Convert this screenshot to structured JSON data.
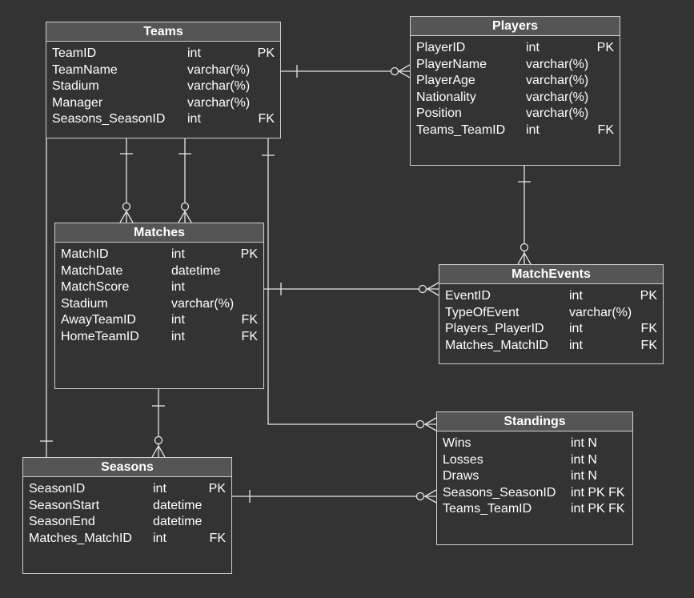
{
  "colors": {
    "background": "#333333",
    "header_fill": "#555555",
    "border": "#cfcfcf",
    "text": "#ffffff"
  },
  "entities": {
    "teams": {
      "title": "Teams",
      "rows": [
        {
          "name": "TeamID",
          "type": "int",
          "key": "PK"
        },
        {
          "name": "TeamName",
          "type": "varchar(%)",
          "key": ""
        },
        {
          "name": "Stadium",
          "type": "varchar(%)",
          "key": ""
        },
        {
          "name": "Manager",
          "type": "varchar(%)",
          "key": ""
        },
        {
          "name": "Seasons_SeasonID",
          "type": "int",
          "key": "FK"
        }
      ]
    },
    "players": {
      "title": "Players",
      "rows": [
        {
          "name": "PlayerID",
          "type": "int",
          "key": "PK"
        },
        {
          "name": "PlayerName",
          "type": "varchar(%)",
          "key": ""
        },
        {
          "name": "PlayerAge",
          "type": "varchar(%)",
          "key": ""
        },
        {
          "name": "Nationality",
          "type": "varchar(%)",
          "key": ""
        },
        {
          "name": "Position",
          "type": "varchar(%)",
          "key": ""
        },
        {
          "name": "Teams_TeamID",
          "type": "int",
          "key": "FK"
        }
      ]
    },
    "matches": {
      "title": "Matches",
      "rows": [
        {
          "name": "MatchID",
          "type": "int",
          "key": "PK"
        },
        {
          "name": "MatchDate",
          "type": "datetime",
          "key": ""
        },
        {
          "name": "MatchScore",
          "type": "int",
          "key": ""
        },
        {
          "name": "Stadium",
          "type": "varchar(%)",
          "key": ""
        },
        {
          "name": "AwayTeamID",
          "type": "int",
          "key": "FK"
        },
        {
          "name": "HomeTeamID",
          "type": "int",
          "key": "FK"
        }
      ]
    },
    "match_events": {
      "title": "MatchEvents",
      "rows": [
        {
          "name": "EventID",
          "type": "int",
          "key": "PK"
        },
        {
          "name": "TypeOfEvent",
          "type": "varchar(%)",
          "key": ""
        },
        {
          "name": "Players_PlayerID",
          "type": "int",
          "key": "FK"
        },
        {
          "name": "Matches_MatchID",
          "type": "int",
          "key": "FK"
        }
      ]
    },
    "standings": {
      "title": "Standings",
      "rows": [
        {
          "name": "Wins",
          "type": "int N",
          "key": ""
        },
        {
          "name": "Losses",
          "type": "int N",
          "key": ""
        },
        {
          "name": "Draws",
          "type": "int N",
          "key": ""
        },
        {
          "name": "Seasons_SeasonID",
          "type": "int PK FK",
          "key": ""
        },
        {
          "name": "Teams_TeamID",
          "type": "int PK FK",
          "key": ""
        }
      ]
    },
    "seasons": {
      "title": "Seasons",
      "rows": [
        {
          "name": "SeasonID",
          "type": "int",
          "key": "PK"
        },
        {
          "name": "SeasonStart",
          "type": "datetime",
          "key": ""
        },
        {
          "name": "SeasonEnd",
          "type": "datetime",
          "key": ""
        },
        {
          "name": "Matches_MatchID",
          "type": "int",
          "key": "FK"
        }
      ]
    }
  }
}
